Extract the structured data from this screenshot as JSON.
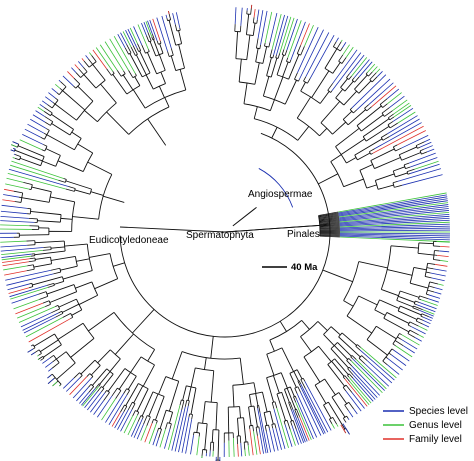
{
  "labels": {
    "angiospermae": "Angiospermae",
    "spermatophyta": "Spermatophyta",
    "pinales": "Pinales",
    "eudicotyledoneae": "Eudicotyledoneae"
  },
  "scale_bar": {
    "label": "40 Ma"
  },
  "legend": {
    "entries": [
      {
        "label": "Species level",
        "color": "#1a2fb0"
      },
      {
        "label": "Genus level",
        "color": "#3cc23a"
      },
      {
        "label": "Family level",
        "color": "#e0302a"
      }
    ]
  },
  "colors": {
    "branch": "#111111"
  }
}
